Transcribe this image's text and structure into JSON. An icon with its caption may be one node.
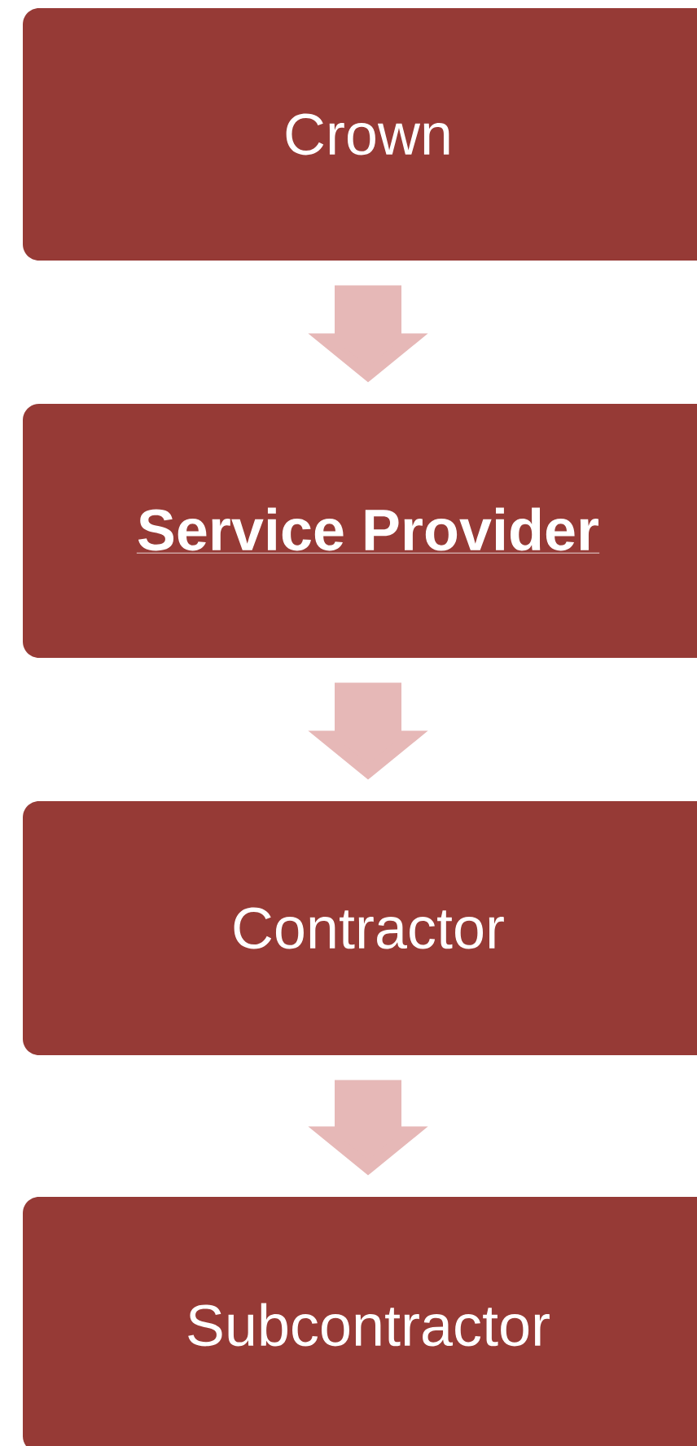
{
  "diagram": {
    "nodes": [
      {
        "text": [
          "Crown"
        ]
      },
      {
        "text": [
          "Service Provider"
        ]
      },
      {
        "text": [
          "Contractor"
        ]
      },
      {
        "text": [
          "Subcontractor"
        ]
      }
    ],
    "edges": [
      {
        "from": 0,
        "to": 1,
        "arrow": "to"
      },
      {
        "from": 1,
        "to": 2,
        "arrow": "to"
      },
      {
        "from": 2,
        "to": 3,
        "arrow": "to"
      }
    ]
  }
}
